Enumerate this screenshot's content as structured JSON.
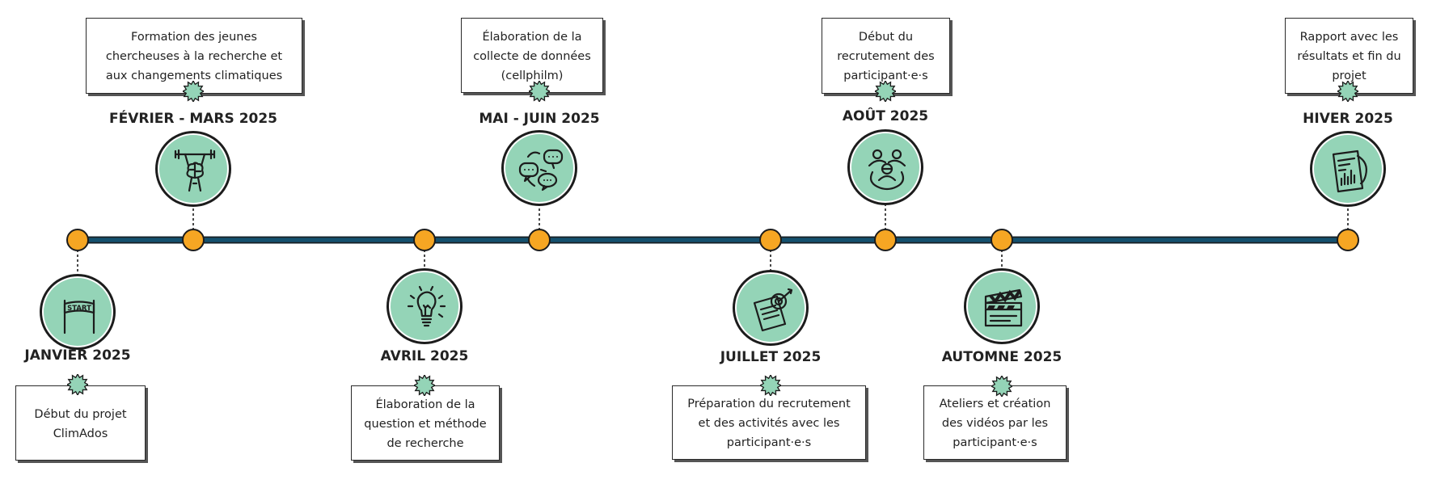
{
  "colors": {
    "line": "#14506e",
    "node": "#f6a623",
    "icon_bg": "#94d4b7",
    "outline": "#1c1c1c"
  },
  "milestones": [
    {
      "date": "JANVIER 2025",
      "lines": [
        "Début du projet",
        "ClimAdos"
      ],
      "icon": "start-banner-icon"
    },
    {
      "date": "FÉVRIER - MARS 2025",
      "lines": [
        "Formation des jeunes",
        "chercheuses à la recherche et",
        "aux changements climatiques"
      ],
      "icon": "brain-weightlifting-icon"
    },
    {
      "date": "AVRIL 2025",
      "lines": [
        "Élaboration de la",
        "question et méthode",
        "de recherche"
      ],
      "icon": "lightbulb-icon"
    },
    {
      "date": "MAI - JUIN 2025",
      "lines": [
        "Élaboration de la",
        "collecte de données",
        "(cellphilm)"
      ],
      "icon": "chat-bubbles-icon"
    },
    {
      "date": "JUILLET 2025",
      "lines": [
        "Préparation du recrutement",
        "et des activités avec les",
        "participant·e·s"
      ],
      "icon": "target-notepad-icon"
    },
    {
      "date": "AOÛT 2025",
      "lines": [
        "Début du",
        "recrutement des",
        "participant·e·s"
      ],
      "icon": "people-network-icon"
    },
    {
      "date": "AUTOMNE 2025",
      "lines": [
        "Ateliers et création",
        "des vidéos par les",
        "participant·e·s"
      ],
      "icon": "clapperboard-icon"
    },
    {
      "date": "HIVER 2025",
      "lines": [
        "Rapport avec les",
        "résultats et fin du",
        "projet"
      ],
      "icon": "report-document-icon"
    }
  ]
}
